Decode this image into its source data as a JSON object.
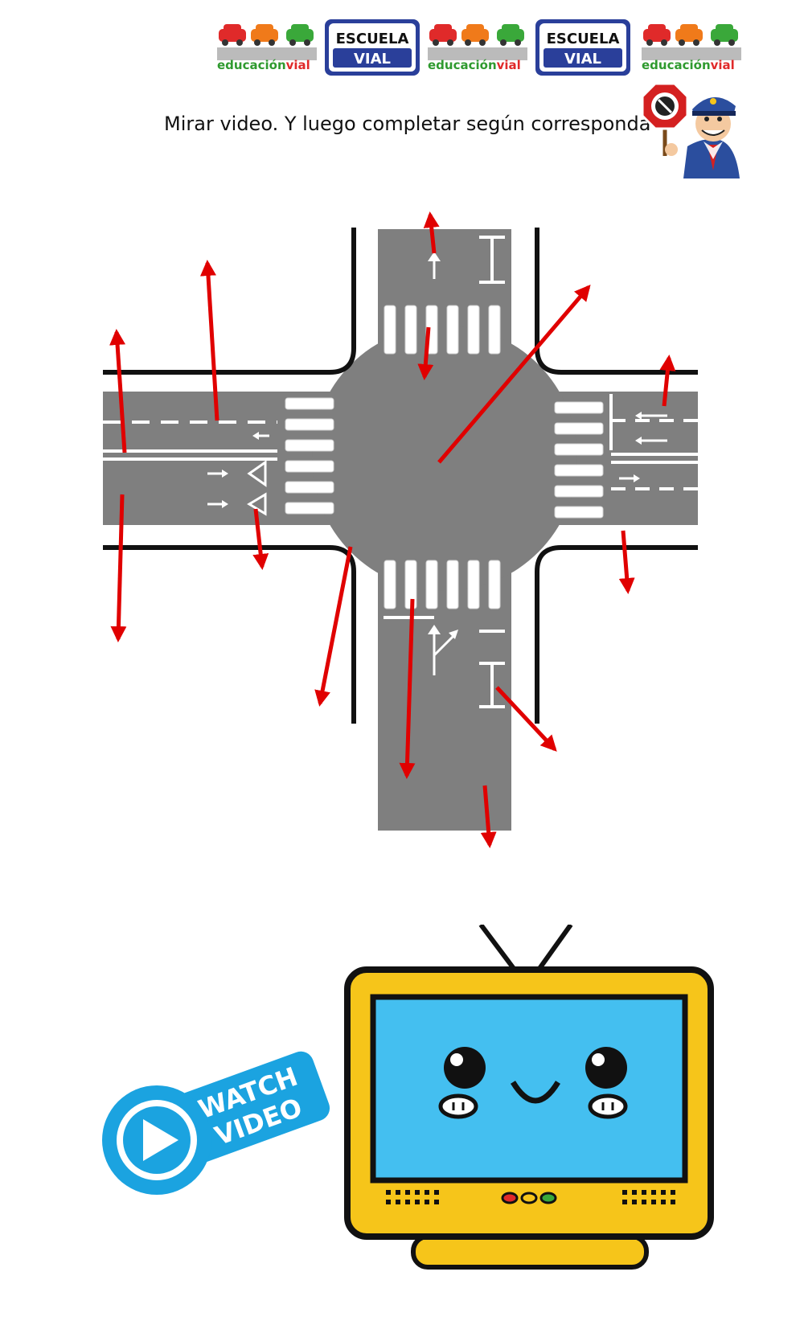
{
  "header": {
    "logo_text_line1": "ESCUELA",
    "logo_text_line2": "VIAL",
    "brand_part1": "educación",
    "brand_part2": "vial"
  },
  "instruction": "Mirar video. Y luego completar según corresponda",
  "watch_video": {
    "line1": "WATCH",
    "line2": "VIDEO"
  },
  "colors": {
    "road": "#7f7f7f",
    "arrow": "#e00000",
    "tv_frame": "#f6c51a",
    "tv_screen": "#44bff0",
    "watch_blue": "#1ba3e0"
  }
}
